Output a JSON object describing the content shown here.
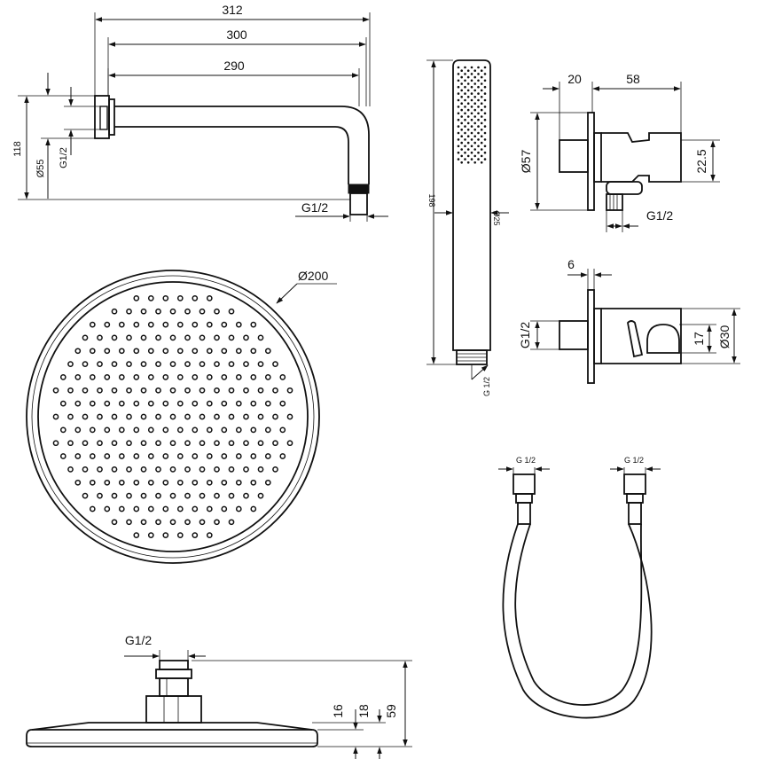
{
  "labels": {
    "arm_312": "312",
    "arm_300": "300",
    "arm_290": "290",
    "arm_118": "118",
    "arm_d55": "Ø55",
    "arm_g12_side": "G1/2",
    "arm_g12_bottom": "G1/2",
    "hand_198": "198",
    "hand_d25": "Ø25",
    "hand_g12": "G 1/2",
    "outlet_20": "20",
    "outlet_58": "58",
    "outlet_d57": "Ø57",
    "outlet_22_5": "22.5",
    "outlet_g12": "G1/2",
    "holder_6": "6",
    "holder_g12": "G1/2",
    "holder_17": "17",
    "holder_d30": "Ø30",
    "head_d200": "Ø200",
    "hose_g12_left": "G 1/2",
    "hose_g12_right": "G 1/2",
    "side_g12": "G1/2",
    "side_16": "16",
    "side_18": "18",
    "side_59": "59"
  },
  "colors": {
    "line": "#111111",
    "background": "#ffffff"
  }
}
